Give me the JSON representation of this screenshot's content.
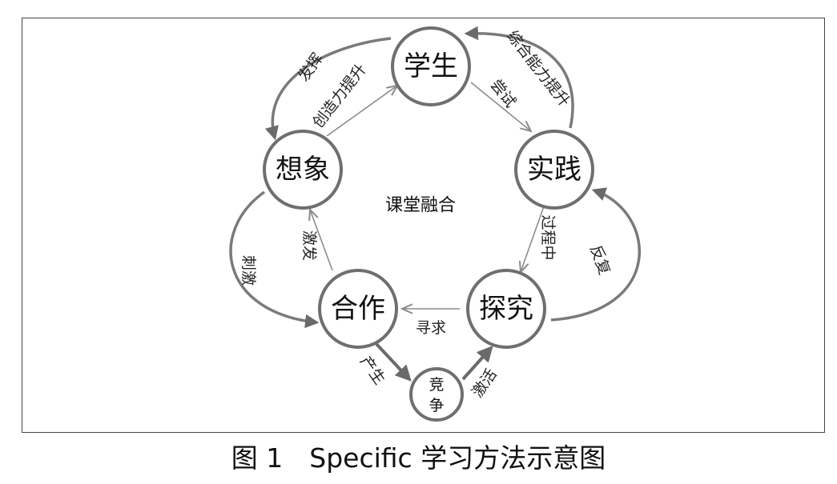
{
  "diagram": {
    "center_label": "课堂融合",
    "nodes": {
      "student": "学生",
      "practice": "实践",
      "explore": "探究",
      "cooperate": "合作",
      "imagine": "想象",
      "compete_line1": "竞",
      "compete_line2": "争"
    },
    "edge_labels": {
      "student_to_practice": "尝试",
      "practice_to_explore": "过程中",
      "explore_to_cooperate": "寻求",
      "cooperate_to_imagine": "激发",
      "imagine_to_student": "创造力提升",
      "cooperate_to_compete": "产生",
      "compete_to_explore": "激活",
      "practice_to_student": "综合能力提升",
      "student_to_imagine": "发挥",
      "imagine_to_cooperate": "刺激",
      "explore_to_practice": "反复"
    }
  },
  "caption": "图 1　Specific 学习方法示意图"
}
